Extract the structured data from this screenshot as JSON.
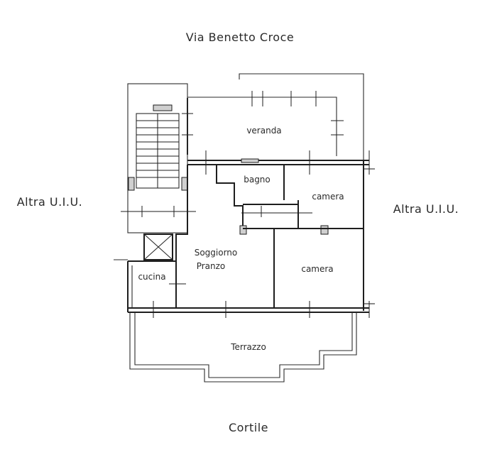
{
  "plan": {
    "streets": {
      "top": "Via Benetto Croce",
      "bottom": "Cortile"
    },
    "neighbors": {
      "left": "Altra U.I.U.",
      "right": "Altra U.I.U."
    },
    "rooms": {
      "veranda": "veranda",
      "bagno": "bagno",
      "camera_top": "camera",
      "soggiorno_line1": "Soggiorno",
      "soggiorno_line2": "Pranzo",
      "cucina": "cucina",
      "camera_bottom": "camera",
      "terrazzo": "Terrazzo"
    }
  }
}
